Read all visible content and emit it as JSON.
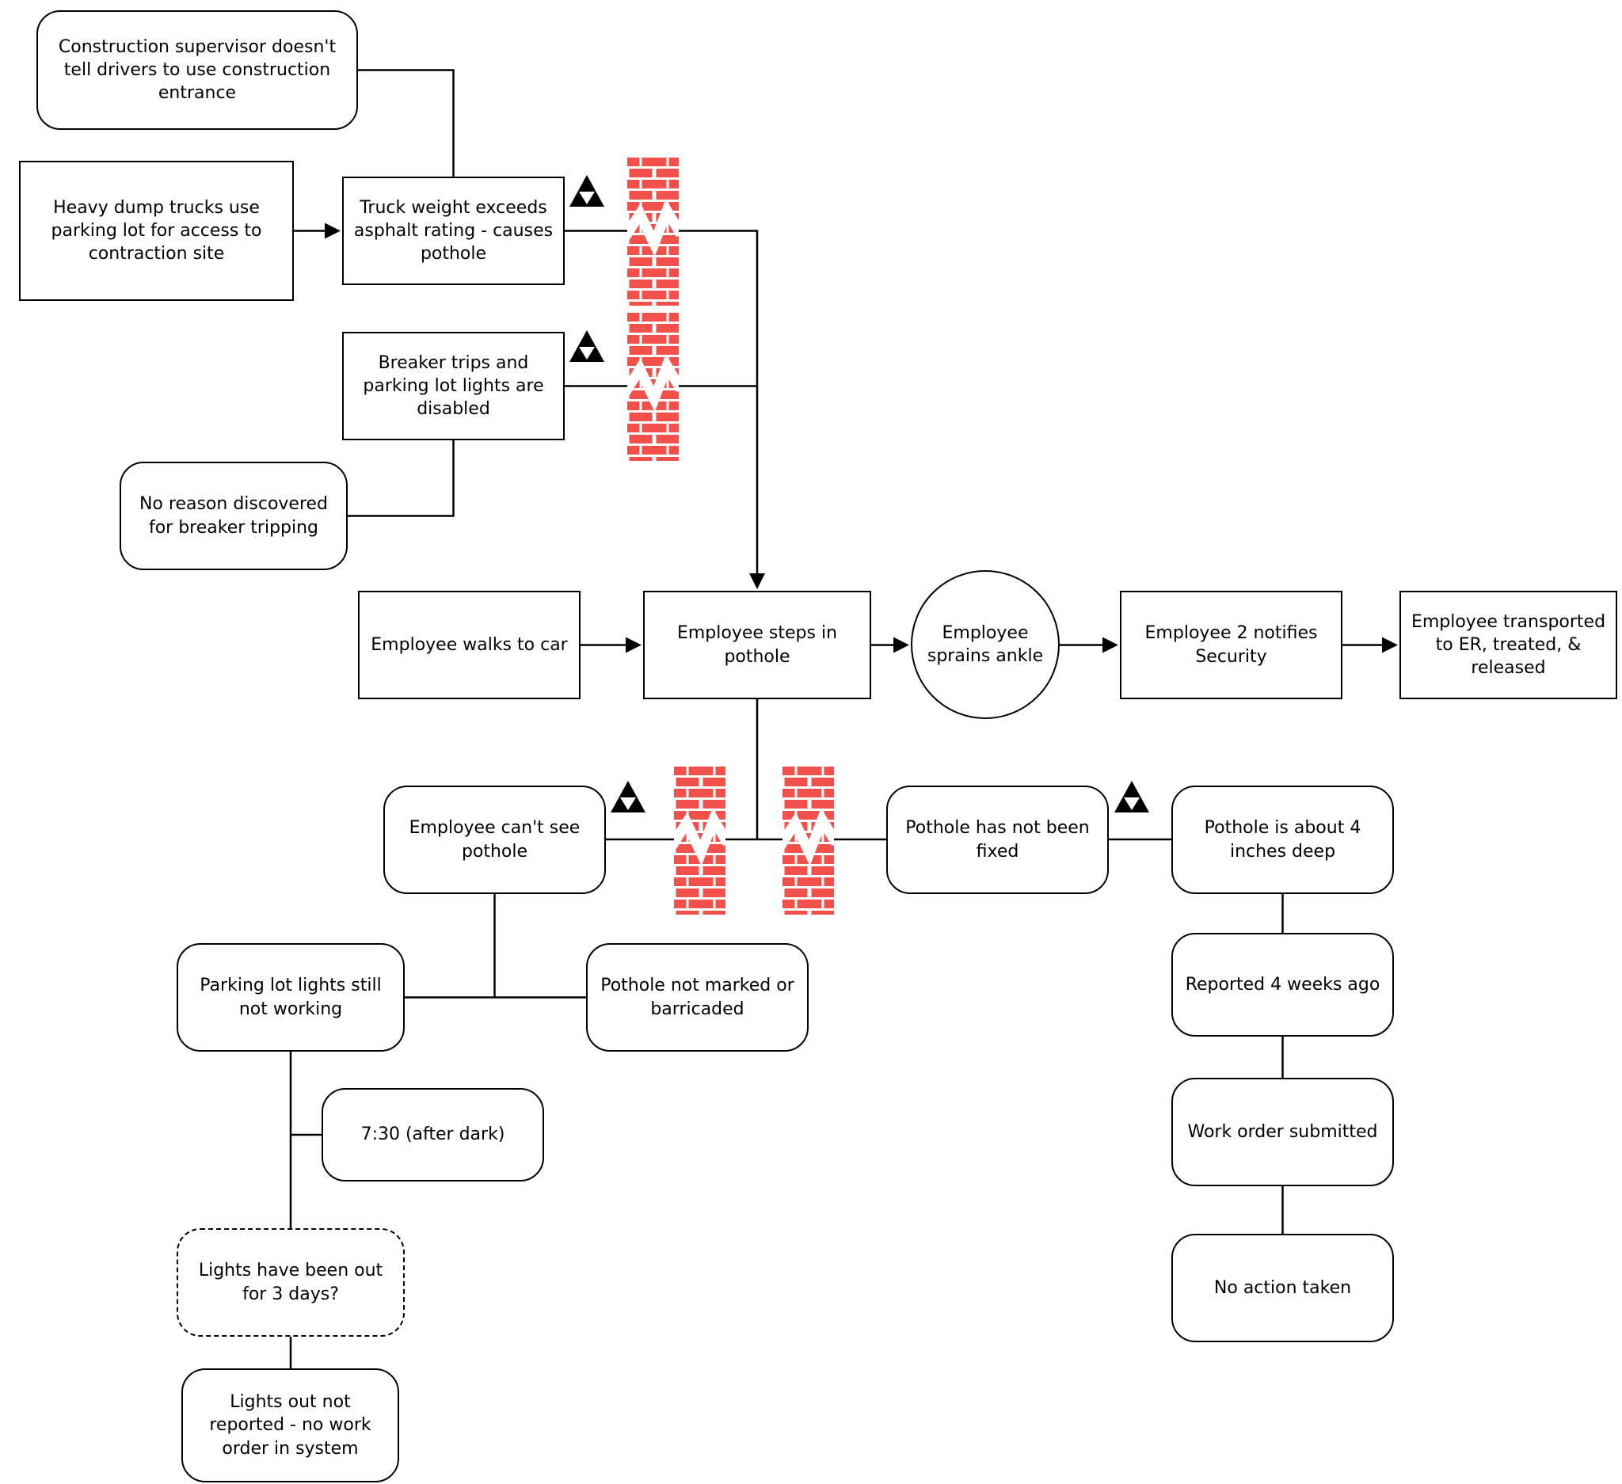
{
  "diagram": {
    "title": "Pothole ankle-sprain incident cause-and-effect diagram",
    "colors": {
      "barrier_brick": "#F1504B",
      "mortar_white": "#FFFFFF",
      "line": "#000000",
      "node_fill": "#FFFFFF",
      "text": "#000000"
    },
    "icons": {
      "failed_barrier": "failed-barrier-wall-icon",
      "safeguard_triangle": "safeguard-triangle-icon"
    },
    "nodes": {
      "construction_supervisor": {
        "shape": "rounded",
        "label": "Construction supervisor doesn't tell drivers to use construction entrance"
      },
      "heavy_dump_trucks": {
        "shape": "rect",
        "label": "Heavy dump trucks use parking lot for access to contraction site"
      },
      "truck_weight": {
        "shape": "rect",
        "label": "Truck weight exceeds asphalt rating - causes pothole",
        "has_safeguard_icon": true
      },
      "breaker_trips": {
        "shape": "rect",
        "label": "Breaker trips and parking lot lights are disabled",
        "has_safeguard_icon": true
      },
      "no_reason": {
        "shape": "rounded",
        "label": "No reason discovered for breaker tripping"
      },
      "employee_walks": {
        "shape": "rect",
        "label": "Employee walks to car"
      },
      "employee_steps": {
        "shape": "rect",
        "label": "Employee steps in pothole"
      },
      "employee_sprains": {
        "shape": "circle",
        "label": "Employee sprains ankle"
      },
      "employee2_notifies": {
        "shape": "rect",
        "label": "Employee 2 notifies Security"
      },
      "employee_transported": {
        "shape": "rect",
        "label": "Employee transported to ER, treated, & released"
      },
      "cant_see_pothole": {
        "shape": "rounded",
        "label": "Employee can't see pothole",
        "has_safeguard_icon": true
      },
      "pothole_not_fixed": {
        "shape": "rounded",
        "label": "Pothole has not been fixed",
        "has_safeguard_icon": true
      },
      "pothole_depth": {
        "shape": "rounded",
        "label": "Pothole is about 4 inches deep"
      },
      "parking_lights": {
        "shape": "rounded",
        "label": "Parking lot lights still not working"
      },
      "pothole_not_marked": {
        "shape": "rounded",
        "label": "Pothole not marked or barricaded"
      },
      "after_dark": {
        "shape": "rounded",
        "label": "7:30 (after dark)"
      },
      "lights_out_question": {
        "shape": "dashed",
        "label": "Lights have been out for 3 days?"
      },
      "lights_not_reported": {
        "shape": "rounded",
        "label": "Lights out not reported - no work order in system"
      },
      "reported_4_weeks": {
        "shape": "rounded",
        "label": "Reported 4 weeks ago"
      },
      "work_order": {
        "shape": "rounded",
        "label": "Work order submitted"
      },
      "no_action": {
        "shape": "rounded",
        "label": "No action taken"
      }
    },
    "edges": [
      {
        "from": "construction_supervisor",
        "to": "truck_weight",
        "arrow": false
      },
      {
        "from": "heavy_dump_trucks",
        "to": "truck_weight",
        "arrow": true
      },
      {
        "from": "truck_weight",
        "to": "employee_steps",
        "arrow": true,
        "through_failed_barrier": true
      },
      {
        "from": "breaker_trips",
        "to": "employee_steps",
        "arrow": true,
        "through_failed_barrier": true
      },
      {
        "from": "no_reason",
        "to": "breaker_trips",
        "arrow": false
      },
      {
        "from": "employee_walks",
        "to": "employee_steps",
        "arrow": true
      },
      {
        "from": "employee_steps",
        "to": "employee_sprains",
        "arrow": true
      },
      {
        "from": "employee_sprains",
        "to": "employee2_notifies",
        "arrow": true
      },
      {
        "from": "employee2_notifies",
        "to": "employee_transported",
        "arrow": true
      },
      {
        "from": "cant_see_pothole",
        "to": "employee_steps",
        "arrow": false,
        "through_failed_barrier": true
      },
      {
        "from": "pothole_not_fixed",
        "to": "employee_steps",
        "arrow": false,
        "through_failed_barrier": true
      },
      {
        "from": "pothole_not_fixed",
        "to": "pothole_depth",
        "arrow": false
      },
      {
        "from": "parking_lights",
        "to": "cant_see_pothole",
        "arrow": false
      },
      {
        "from": "pothole_not_marked",
        "to": "cant_see_pothole",
        "arrow": false
      },
      {
        "from": "parking_lights",
        "to": "after_dark",
        "arrow": false
      },
      {
        "from": "parking_lights",
        "to": "lights_out_question",
        "arrow": false
      },
      {
        "from": "lights_out_question",
        "to": "lights_not_reported",
        "arrow": false
      },
      {
        "from": "pothole_depth",
        "to": "reported_4_weeks",
        "arrow": false
      },
      {
        "from": "reported_4_weeks",
        "to": "work_order",
        "arrow": false
      },
      {
        "from": "work_order",
        "to": "no_action",
        "arrow": false
      }
    ],
    "failed_barrier_count": 4
  }
}
